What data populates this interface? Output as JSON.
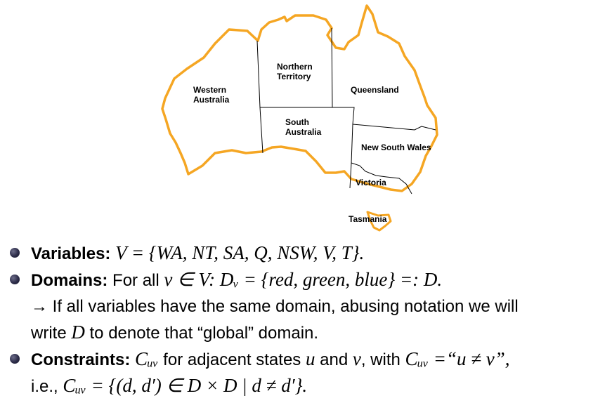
{
  "map": {
    "regions": {
      "wa": [
        "Western",
        "Australia"
      ],
      "nt": [
        "Northern",
        "Territory"
      ],
      "q": "Queensland",
      "sa": [
        "South",
        "Australia"
      ],
      "nsw": "New South Wales",
      "v": "Victoria",
      "t": "Tasmania"
    },
    "outline_color": "#f5a623",
    "border_color": "#000000"
  },
  "bullets": [
    {
      "term": "Variables:",
      "math": "V = {WA, NT, SA, Q, NSW, V, T}."
    },
    {
      "term": "Domains:",
      "text": "For all",
      "math": "v ∈ V: Dᵥ = {red, green, blue} =: D."
    },
    {
      "term": "Constraints:",
      "math1": "Cᵤᵥ",
      "text1": "for adjacent states",
      "math2": "u",
      "text2": "and",
      "math3": "v",
      "text3": ", with",
      "math4": "Cᵤᵥ =“u ≠ v”,"
    }
  ],
  "note": {
    "line1_pre": "→ If all variables have the same domain, abusing notation we will",
    "line2_pre": "write",
    "line2_math": "D",
    "line2_post": "to denote that “global” domain."
  },
  "constraint_line2": {
    "text": "i.e.,",
    "math": "Cᵤᵥ = {(d, d′) ∈ D × D | d ≠ d′}."
  }
}
